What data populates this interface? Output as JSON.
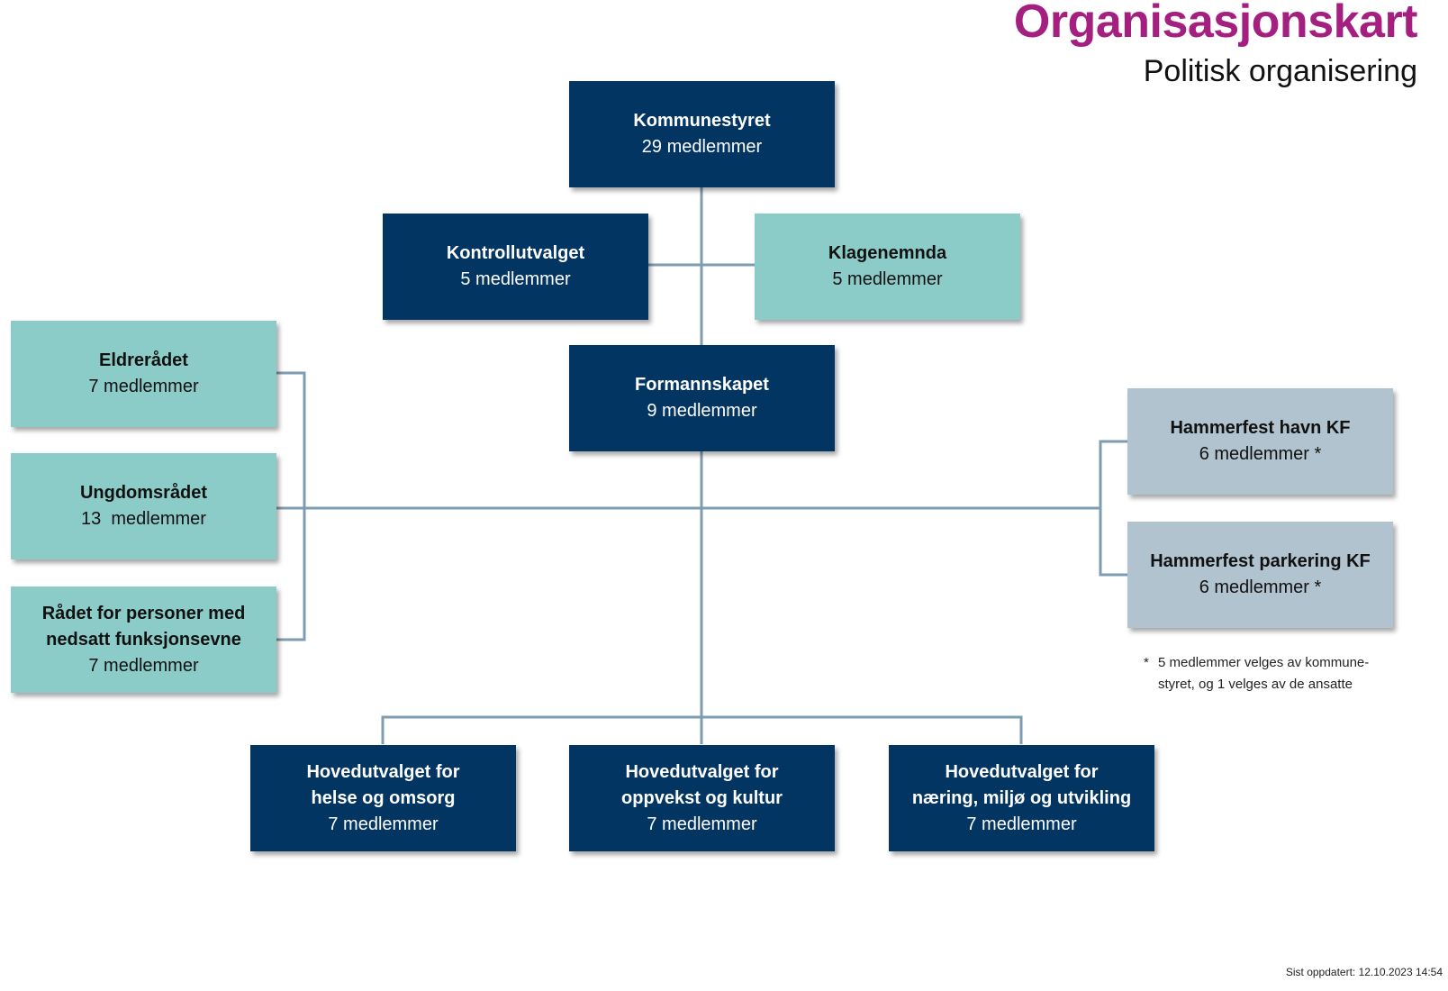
{
  "header": {
    "title": "Organisasjonskart",
    "subtitle": "Politisk organisering"
  },
  "colors": {
    "title": "#a41f80",
    "dark_box": "#033563",
    "teal_box": "#8bccc9",
    "grey_box": "#b2c3d0",
    "connector": "#7f9db0"
  },
  "nodes": {
    "kommunestyret": {
      "name": "Kommunestyret",
      "members": "29 medlemmer"
    },
    "kontrollutvalget": {
      "name": "Kontrollutvalget",
      "members": "5 medlemmer"
    },
    "klagenemnda": {
      "name": "Klagenemnda",
      "members": "5 medlemmer"
    },
    "formannskapet": {
      "name": "Formannskapet",
      "members": "9 medlemmer"
    },
    "eldreradet": {
      "name": "Eldrerådet",
      "members": "7 medlemmer"
    },
    "ungdomsradet": {
      "name": "Ungdomsrådet",
      "members": "13  medlemmer"
    },
    "radet_funksjon": {
      "name_line1": "Rådet for personer med",
      "name_line2": "nedsatt funksjonsevne",
      "members": "7 medlemmer"
    },
    "havn": {
      "name": "Hammerfest havn KF",
      "members": "6 medlemmer *"
    },
    "parkering": {
      "name": "Hammerfest parkering KF",
      "members": "6 medlemmer *"
    },
    "helse": {
      "name_line1": "Hovedutvalget for",
      "name_line2": "helse og omsorg",
      "members": "7 medlemmer"
    },
    "oppvekst": {
      "name_line1": "Hovedutvalget for",
      "name_line2": "oppvekst og kultur",
      "members": "7 medlemmer"
    },
    "naering": {
      "name_line1": "Hovedutvalget for",
      "name_line2": "næring, miljø og utvikling",
      "members": "7 medlemmer"
    }
  },
  "footnote": {
    "marker": "*",
    "line1": "5 medlemmer velges av kommune-",
    "line2": "styret, og 1 velges av de ansatte"
  },
  "last_updated": "Sist oppdatert: 12.10.2023 14:54"
}
